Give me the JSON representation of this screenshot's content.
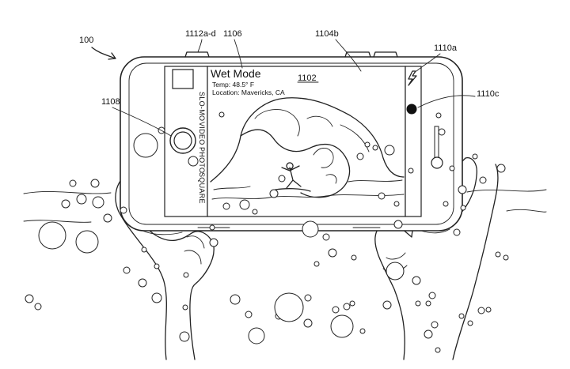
{
  "refs": {
    "figure": "100",
    "buttons": "1112a-d",
    "status_label": "1106",
    "housing": "1104b",
    "flash": "1110a",
    "shutter_button": "1108",
    "record": "1110c",
    "preview": "1102"
  },
  "screen": {
    "title": "Wet Mode",
    "temp": "Temp: 48.5° F",
    "location": "Location: Mavericks, CA"
  },
  "modes": [
    "SLO-MO",
    "VIDEO",
    "PHOTO",
    "SQUARE"
  ],
  "bubbles": [
    [
      184,
      184,
      15
    ],
    [
      103,
      252,
      6
    ],
    [
      124,
      256,
      7
    ],
    [
      83,
      258,
      5
    ],
    [
      66,
      298,
      17
    ],
    [
      110,
      306,
      14
    ],
    [
      136,
      276,
      5
    ],
    [
      156,
      266,
      4
    ],
    [
      92,
      232,
      4
    ],
    [
      120,
      232,
      5
    ],
    [
      37,
      378,
      5
    ],
    [
      48,
      388,
      4
    ],
    [
      160,
      342,
      4
    ],
    [
      180,
      358,
      5
    ],
    [
      198,
      377,
      6
    ],
    [
      235,
      348,
      3
    ],
    [
      234,
      389,
      3
    ],
    [
      244,
      204,
      6
    ],
    [
      204,
      165,
      4
    ],
    [
      297,
      379,
      6
    ],
    [
      314,
      398,
      4
    ],
    [
      324,
      425,
      10
    ],
    [
      352,
      400,
      4
    ],
    [
      365,
      389,
      18
    ],
    [
      389,
      409,
      5
    ],
    [
      432,
      413,
      14
    ],
    [
      424,
      392,
      4
    ],
    [
      438,
      388,
      4
    ],
    [
      445,
      384,
      3
    ],
    [
      458,
      419,
      3
    ],
    [
      389,
      377,
      4
    ],
    [
      392,
      290,
      10
    ],
    [
      412,
      300,
      4
    ],
    [
      420,
      320,
      5
    ],
    [
      400,
      334,
      3
    ],
    [
      447,
      326,
      3
    ],
    [
      489,
      386,
      5
    ],
    [
      499,
      343,
      11
    ],
    [
      503,
      284,
      5
    ],
    [
      526,
      355,
      5
    ],
    [
      528,
      384,
      3
    ],
    [
      546,
      374,
      4
    ],
    [
      541,
      384,
      3
    ],
    [
      541,
      423,
      5
    ],
    [
      549,
      411,
      4
    ],
    [
      553,
      443,
      3
    ],
    [
      583,
      400,
      3
    ],
    [
      594,
      409,
      3
    ],
    [
      608,
      393,
      4
    ],
    [
      617,
      392,
      3
    ],
    [
      629,
      322,
      3
    ],
    [
      639,
      326,
      3
    ],
    [
      633,
      213,
      5
    ],
    [
      584,
      240,
      5
    ],
    [
      577,
      294,
      4
    ],
    [
      610,
      228,
      4
    ],
    [
      558,
      167,
      4
    ],
    [
      554,
      146,
      3
    ],
    [
      571,
      213,
      3
    ],
    [
      600,
      198,
      3
    ],
    [
      563,
      258,
      3
    ],
    [
      585,
      263,
      3
    ],
    [
      280,
      145,
      3
    ],
    [
      346,
      245,
      5
    ],
    [
      356,
      226,
      4
    ],
    [
      286,
      261,
      4
    ],
    [
      309,
      259,
      6
    ],
    [
      474,
      187,
      3
    ],
    [
      455,
      198,
      4
    ],
    [
      464,
      183,
      3
    ],
    [
      492,
      190,
      6
    ],
    [
      519,
      216,
      3
    ],
    [
      501,
      258,
      3
    ],
    [
      482,
      248,
      4
    ],
    [
      322,
      268,
      3
    ],
    [
      268,
      288,
      3
    ],
    [
      270,
      307,
      5
    ],
    [
      233,
      426,
      6
    ],
    [
      182,
      316,
      3
    ],
    [
      198,
      337,
      3
    ]
  ]
}
